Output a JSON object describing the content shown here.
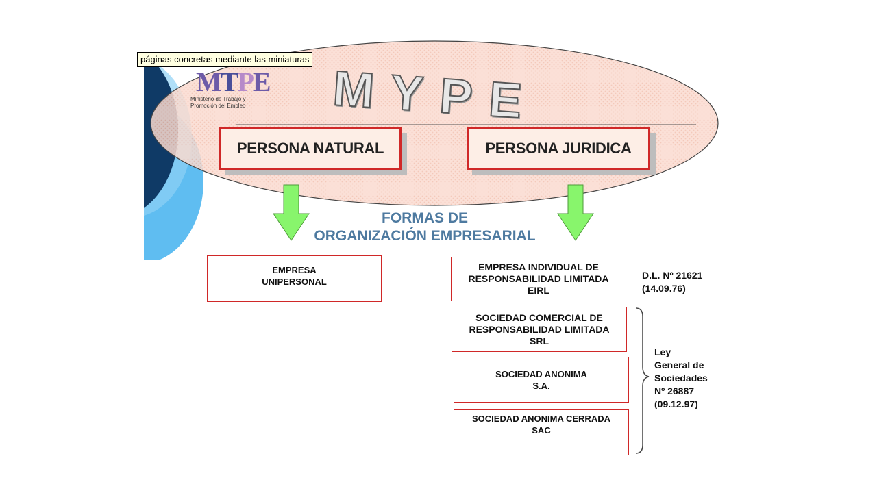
{
  "tooltip": {
    "text": "páginas concretas mediante las miniaturas"
  },
  "logo": {
    "letters": [
      "M",
      "T",
      "P",
      "E"
    ],
    "lines": [
      "Ministerio de Trabajo y",
      "Promoción del Empleo"
    ]
  },
  "title": "MYPE",
  "persona": {
    "natural": "PERSONA NATURAL",
    "juridica": "PERSONA JURIDICA"
  },
  "formas": {
    "line1": "FORMAS DE",
    "line2": "ORGANIZACIÓN EMPRESARIAL"
  },
  "natural_forms": [
    {
      "lines": [
        "EMPRESA",
        "UNIPERSONAL"
      ]
    }
  ],
  "juridica_forms": [
    {
      "lines": [
        "EMPRESA INDIVIDUAL DE",
        "RESPONSABILIDAD LIMITADA",
        "EIRL"
      ]
    },
    {
      "lines": [
        "SOCIEDAD COMERCIAL DE",
        "RESPONSABILIDAD LIMITADA",
        "SRL"
      ]
    },
    {
      "lines": [
        "SOCIEDAD ANONIMA",
        "S.A."
      ]
    },
    {
      "lines": [
        "SOCIEDAD ANONIMA CERRADA",
        "SAC"
      ]
    }
  ],
  "laws": {
    "dl": {
      "lines": [
        "D.L. Nº 21621",
        "(14.09.76)"
      ]
    },
    "ley": {
      "lines": [
        "Ley",
        "General de",
        "Sociedades",
        "Nº 26887",
        "(09.12.97)"
      ]
    }
  },
  "colors": {
    "ellipse_fill": "#fadbd0",
    "box_border": "#d02828",
    "arrow": "#88f56c",
    "formas_text": "#4e7aa0",
    "navy": "#0f3a66",
    "sky": "#5fbdf1"
  }
}
